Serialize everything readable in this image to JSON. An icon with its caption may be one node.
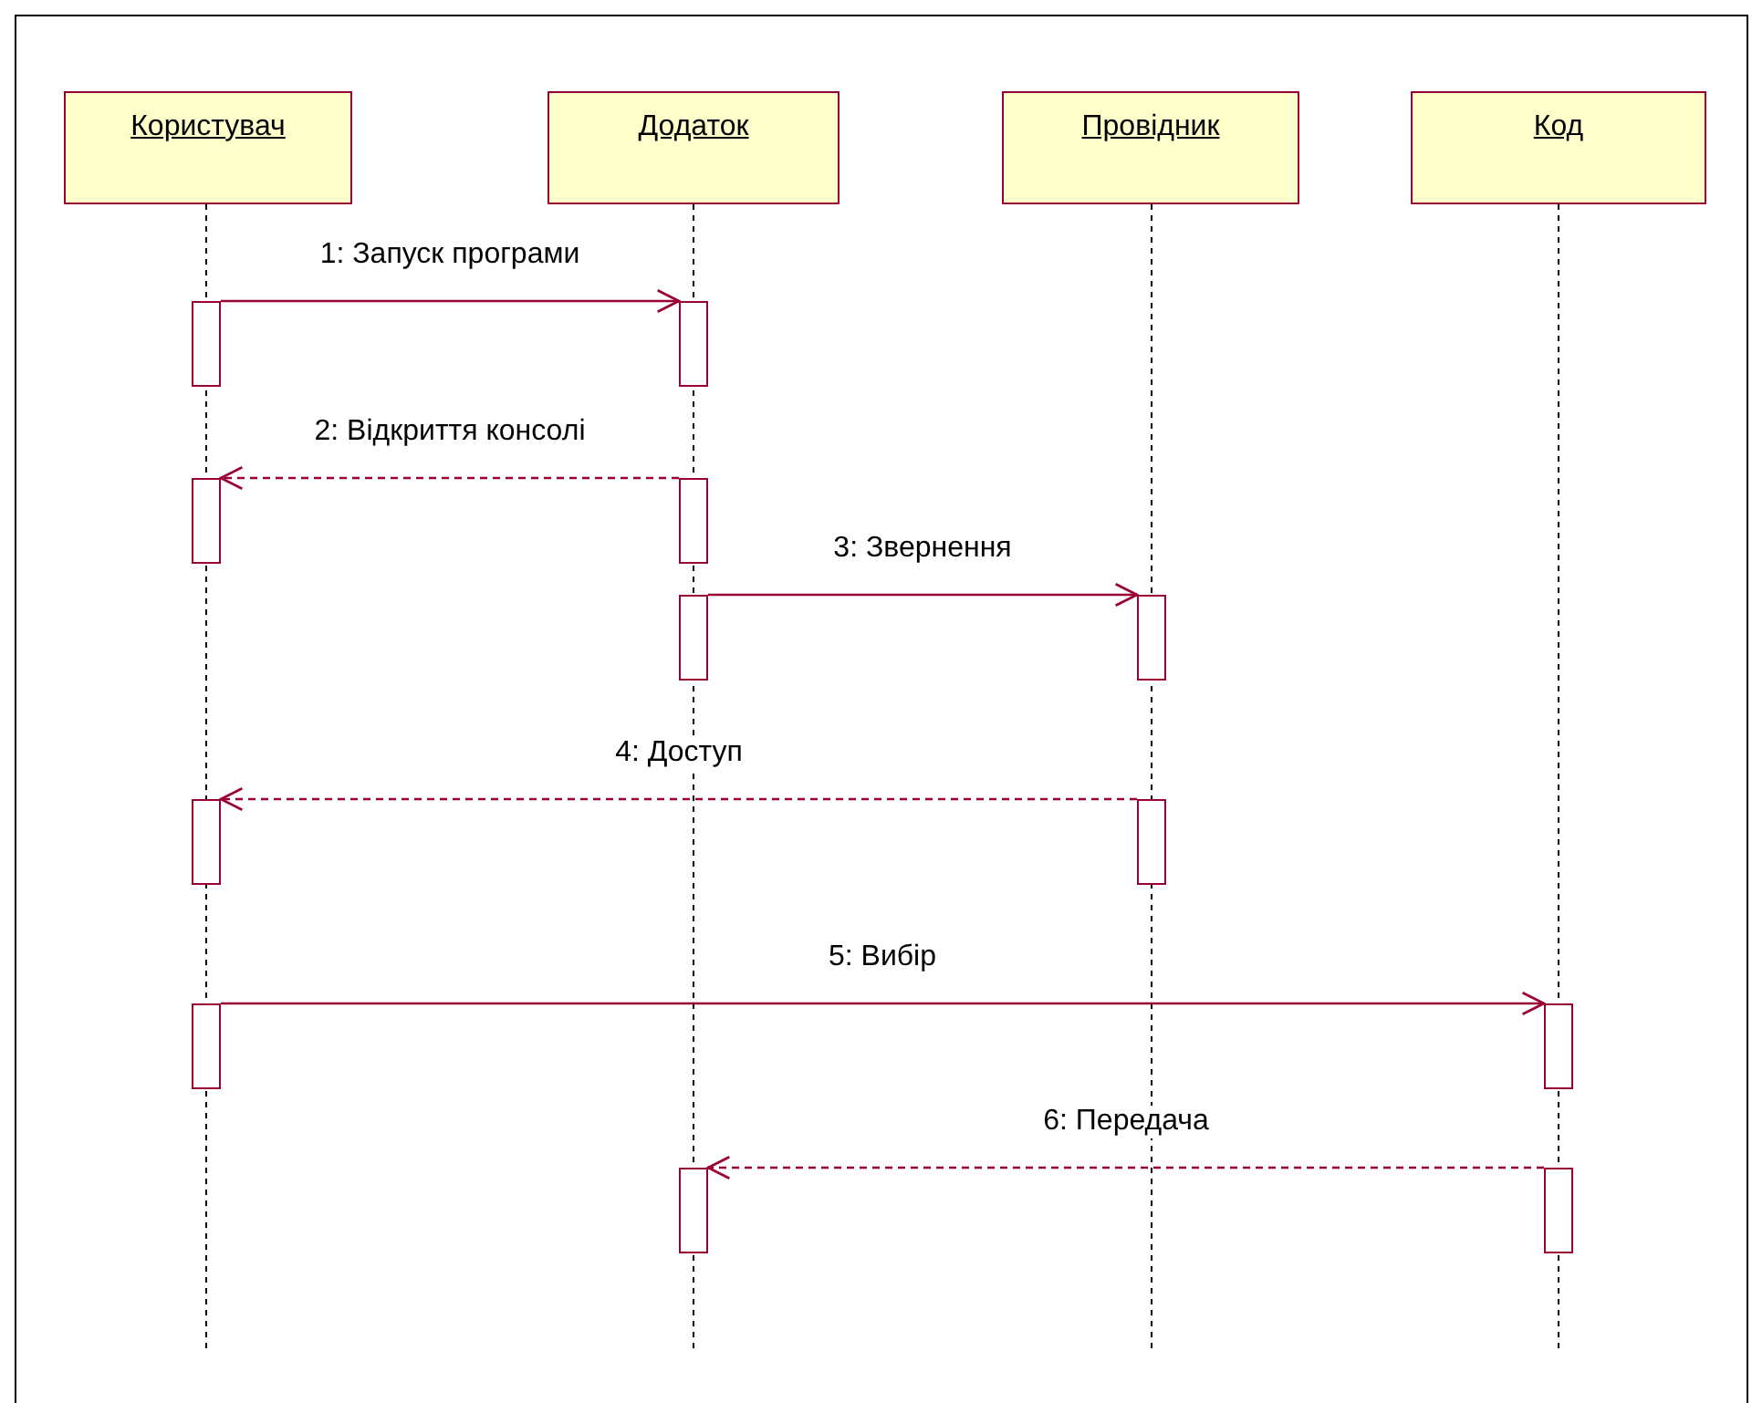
{
  "diagram": {
    "nodes": [
      {
        "text": [
          "Користувач"
        ]
      },
      {
        "text": [
          "Додаток"
        ]
      },
      {
        "text": [
          "Провідник"
        ]
      },
      {
        "text": [
          "Код"
        ]
      },
      {
        "text": [],
        "shape": "bar"
      },
      {
        "text": [],
        "shape": "bar"
      },
      {
        "text": [],
        "shape": "bar"
      },
      {
        "text": [],
        "shape": "bar"
      },
      {
        "text": [],
        "shape": "bar"
      },
      {
        "text": [],
        "shape": "bar"
      },
      {
        "text": [],
        "shape": "bar"
      },
      {
        "text": [],
        "shape": "bar"
      },
      {
        "text": [],
        "shape": "bar"
      },
      {
        "text": [],
        "shape": "bar"
      },
      {
        "text": [],
        "shape": "bar"
      },
      {
        "text": [],
        "shape": "bar"
      }
    ],
    "edges": [
      {
        "from": 4,
        "to": 5,
        "arrow": "to",
        "label": "1: Запуск програми"
      },
      {
        "from": 7,
        "to": 6,
        "arrow": "to",
        "label": "2: Відкриття консолі",
        "style": "dashed"
      },
      {
        "from": 8,
        "to": 9,
        "arrow": "to",
        "label": "3: Звернення"
      },
      {
        "from": 11,
        "to": 10,
        "arrow": "to",
        "label": "4: Доступ",
        "style": "dashed"
      },
      {
        "from": 12,
        "to": 13,
        "arrow": "to",
        "label": "5: Вибір"
      },
      {
        "from": 15,
        "to": 14,
        "arrow": "to",
        "label": "6: Передача",
        "style": "dashed"
      }
    ]
  }
}
